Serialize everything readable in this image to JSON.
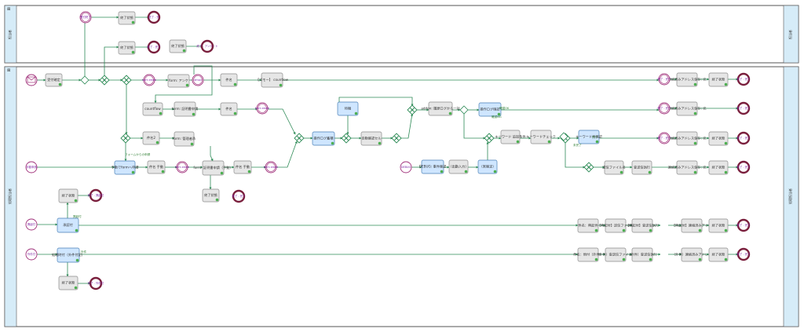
{
  "colors": {
    "flow": "#2e8b57",
    "task_fill": "#e6e6e6",
    "task_stroke": "#8a8a8a",
    "blue_fill": "#cfe6ff",
    "blue_stroke": "#4a7fb5",
    "event_stroke": "#a0307a",
    "end_fill": "#7a1f3d",
    "lane_label_bg": "#d6ecf8",
    "pool_border": "#555555",
    "gateway_stroke": "#2e8b57"
  },
  "pools": [
    {
      "id": "p1",
      "label": "",
      "lane_left_label": "担当者",
      "lane_right_label": "担当者"
    },
    {
      "id": "p2",
      "label": "",
      "lane_left_label": "処理担当者",
      "lane_right_label": "処理担当者"
    }
  ],
  "tasks": [
    {
      "id": "t_uketsuke",
      "label": "受付確定",
      "blue": false
    },
    {
      "id": "t_end1",
      "label": "終了状態",
      "blue": false
    },
    {
      "id": "t_end2",
      "label": "終了状態",
      "blue": false
    },
    {
      "id": "t_end3",
      "label": "終了状態",
      "blue": false
    },
    {
      "id": "t_form_anke",
      "label": "form: アンケ",
      "blue": false
    },
    {
      "id": "t_kenmei1",
      "label": "件名",
      "blue": false
    },
    {
      "id": "t_countrow",
      "label": "【ゴモー】 countlow",
      "blue": false
    },
    {
      "id": "t_countflow",
      "label": "countflow",
      "blue": false
    },
    {
      "id": "t_form_shomei",
      "label": "form: 証明書申請",
      "blue": false
    },
    {
      "id": "t_kenmei2",
      "label": "件名",
      "blue": false
    },
    {
      "id": "t_kenmei3",
      "label": "件名2",
      "blue": false
    },
    {
      "id": "t_form_kanri",
      "label": "form: 管理者承",
      "blue": false
    },
    {
      "id": "t_tezuke",
      "label": "手動でformへ申請",
      "blue": true
    },
    {
      "id": "t_kenmei_tezu",
      "label": "件名 手動",
      "blue": false
    },
    {
      "id": "t_form_shomei2",
      "label": "form: 証明書申請（手動）",
      "blue": false
    },
    {
      "id": "t_kenmei_tezu2",
      "label": "件名 手動",
      "blue": false
    },
    {
      "id": "t_end4",
      "label": "終了状態",
      "blue": false
    },
    {
      "id": "t_taiki",
      "label": "待機",
      "blue": true
    },
    {
      "id": "t_sousa_log",
      "label": "操作ログ蓄積",
      "blue": true
    },
    {
      "id": "t_jidou",
      "label": "自動確認セル",
      "blue": false
    },
    {
      "id": "t_hayabusa",
      "label": "addon: 履歴ログから一括",
      "blue": false
    },
    {
      "id": "t_sousa_log2",
      "label": "操作ログ確認",
      "blue": true
    },
    {
      "id": "t_keyword1",
      "label": "キーワード 追加条件",
      "blue": false
    },
    {
      "id": "t_keyword2",
      "label": "キーワードチェック",
      "blue": false
    },
    {
      "id": "t_keyword3",
      "label": "キーワード再確認",
      "blue": true
    },
    {
      "id": "t_debug",
      "label": "DEBUG: 事件確認",
      "blue": true
    },
    {
      "id": "t_nyuryoku",
      "label": "（出勤入力）",
      "blue": false
    },
    {
      "id": "t_kakunin",
      "label": "（実確定）",
      "blue": true
    },
    {
      "id": "t_kyuu_file",
      "label": "送信ファイル名",
      "blue": false
    },
    {
      "id": "t_soushin",
      "label": "查送信執行",
      "blue": false
    },
    {
      "id": "t_renraku1",
      "label": "連絡済みアドレス保存: 完",
      "blue": false
    },
    {
      "id": "t_renraku2",
      "label": "連絡済みアドレス保存: 完",
      "blue": false
    },
    {
      "id": "t_renraku3",
      "label": "連絡済みアドレス保存: 完",
      "blue": false
    },
    {
      "id": "t_renraku4",
      "label": "連絡済みアドレス保存: 完",
      "blue": false
    },
    {
      "id": "t_end5",
      "label": "終了状態",
      "blue": false
    },
    {
      "id": "t_end6",
      "label": "終了状態",
      "blue": false
    },
    {
      "id": "t_end7",
      "label": "終了状態",
      "blue": false
    },
    {
      "id": "t_end8",
      "label": "終了状態",
      "blue": false
    },
    {
      "id": "t_soushin2",
      "label": "查送信執行",
      "blue": false
    },
    {
      "id": "t_renraku_x",
      "label": "連絡済みアドレス",
      "blue": false
    },
    {
      "id": "t_end9",
      "label": "終了状態",
      "blue": false
    },
    {
      "id": "t_seiji",
      "label": "承認付",
      "blue": true
    },
    {
      "id": "t_end10",
      "label": "終了状態",
      "blue": false
    },
    {
      "id": "t_kenmei_h",
      "label": "件名：興起件",
      "blue": false
    },
    {
      "id": "t_h_file",
      "label": "【興起付】送信ファイル",
      "blue": false
    },
    {
      "id": "t_h_send",
      "label": "【興起付】查送信執行",
      "blue": false
    },
    {
      "id": "t_h_renraku",
      "label": "【興起付】連絡済みアドレ",
      "blue": false
    },
    {
      "id": "t_end11",
      "label": "終了状態",
      "blue": false
    },
    {
      "id": "t_kaisha",
      "label": "処理時付（外件付記）",
      "blue": true
    },
    {
      "id": "t_end12",
      "label": "終了状態",
      "blue": false
    },
    {
      "id": "t_kenmei_g",
      "label": "件名：他付（外件）",
      "blue": false
    },
    {
      "id": "t_g_file",
      "label": "（外件）查送信ファイル名",
      "blue": false
    },
    {
      "id": "t_g_send",
      "label": "（外件）查送信執行",
      "blue": false
    },
    {
      "id": "t_g_renraku",
      "label": "（外件）連絡済みアドレス",
      "blue": false
    },
    {
      "id": "t_end13",
      "label": "終了状態",
      "blue": false
    }
  ],
  "events": [
    {
      "id": "e_form",
      "label": "FORM"
    },
    {
      "id": "e_uke_end",
      "label": "受付終了"
    },
    {
      "id": "e_end_a",
      "label": "終了 - 完"
    },
    {
      "id": "e_end_b",
      "label": "終了 - 完了"
    },
    {
      "id": "e_end_c",
      "label": "終了 - アンケート"
    },
    {
      "id": "e_form_email",
      "label": "form email"
    },
    {
      "id": "e_email2",
      "label": "email"
    },
    {
      "id": "e_email3",
      "label": "form email"
    },
    {
      "id": "e_manual",
      "label": "手動申請"
    },
    {
      "id": "e_form_email2",
      "label": "form email"
    },
    {
      "id": "e_form_email3",
      "label": "form email"
    },
    {
      "id": "e_debug",
      "label": "DEBUG"
    },
    {
      "id": "e_end_d",
      "label": "終了 - 完了"
    },
    {
      "id": "e_end_e",
      "label": "終了 - 完了"
    },
    {
      "id": "e_end_f",
      "label": "終了 - 完了"
    },
    {
      "id": "e_end_g",
      "label": "終了 - 完了"
    },
    {
      "id": "e_end_h",
      "label": "終了 - 完了"
    },
    {
      "id": "e_hatsu",
      "label": "興起付"
    },
    {
      "id": "e_end_i",
      "label": "終了 - 興起付"
    },
    {
      "id": "e_end_j",
      "label": "終了 - 完了"
    },
    {
      "id": "e_gai",
      "label": "外件付"
    },
    {
      "id": "e_end_k",
      "label": "終了 - 外件付"
    },
    {
      "id": "e_end_l",
      "label": "終了 - 完了"
    },
    {
      "id": "e_end_m",
      "label": "終了 - 完了"
    },
    {
      "id": "e_end_n",
      "label": "終了 - 完了"
    },
    {
      "id": "e_end_o",
      "label": "終了 - 完了"
    }
  ],
  "flow_labels": {
    "f1": "フォームからの申請",
    "f2": "未完了",
    "f3": "完了",
    "f4": "確認OK",
    "f5": "確認NG",
    "f6": "興起付",
    "f7": "外件"
  }
}
